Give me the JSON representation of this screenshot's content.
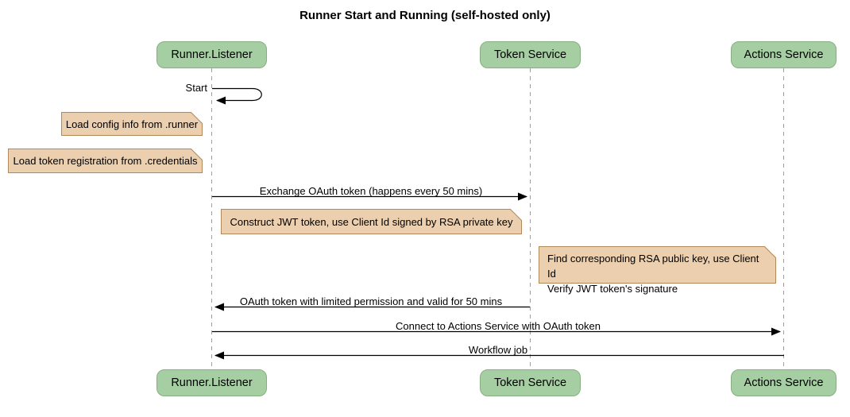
{
  "title": "Runner Start and Running (self-hosted only)",
  "diagram_type": "sequence",
  "colors": {
    "participant_fill": "#a5cfa2",
    "participant_border": "#86ae82",
    "note_fill": "#ebcfae",
    "note_border": "#b0885a",
    "lifeline": "#9e9e9e",
    "arrow": "#000000",
    "background": "#ffffff"
  },
  "participants": [
    {
      "name": "Runner.Listener"
    },
    {
      "name": "Token Service"
    },
    {
      "name": "Actions Service"
    }
  ],
  "messages": [
    {
      "label": "Start",
      "from": "Runner.Listener",
      "to": "Runner.Listener",
      "type": "self"
    },
    {
      "label": "Exchange OAuth token (happens every 50 mins)",
      "from": "Runner.Listener",
      "to": "Token Service",
      "type": "solid-arrow"
    },
    {
      "label": "OAuth token with limited permission and valid for 50 mins",
      "from": "Token Service",
      "to": "Runner.Listener",
      "type": "solid-arrow"
    },
    {
      "label": "Connect to Actions Service with OAuth token",
      "from": "Runner.Listener",
      "to": "Actions Service",
      "type": "solid-arrow"
    },
    {
      "label": "Workflow job",
      "from": "Actions Service",
      "to": "Runner.Listener",
      "type": "solid-arrow"
    }
  ],
  "notes": [
    {
      "text": "Load config info from .runner",
      "position": "left of Runner.Listener"
    },
    {
      "text": "Load token registration from .credentials",
      "position": "left of Runner.Listener"
    },
    {
      "text": "Construct JWT token, use Client Id signed by RSA private key",
      "position": "over Runner.Listener, Token Service"
    },
    {
      "position": "left of Actions Service",
      "lines": [
        "Find corresponding RSA public key, use Client Id",
        "Verify JWT token's signature"
      ]
    }
  ]
}
